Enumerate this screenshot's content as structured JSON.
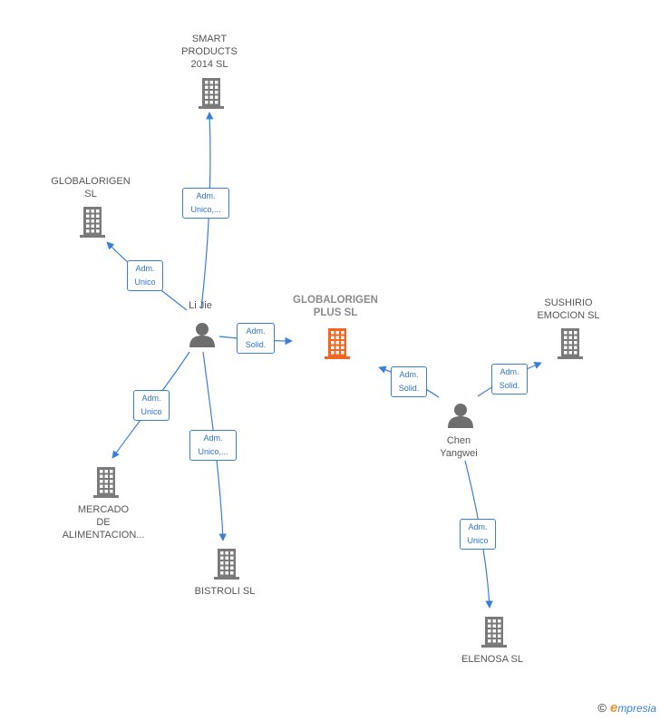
{
  "colors": {
    "link": "#3a7fd5",
    "company": "#7a7a7a",
    "main_company": "#f26522",
    "person": "#6e6e6e"
  },
  "nodes": {
    "main": {
      "lines": [
        "GLOBALORIGEN",
        "PLUS  SL"
      ]
    },
    "smart_products": {
      "lines": [
        "SMART",
        "PRODUCTS",
        "2014  SL"
      ]
    },
    "globalorigen_sl": {
      "lines": [
        "GLOBALORIGEN",
        "SL"
      ]
    },
    "mercado": {
      "lines": [
        "MERCADO",
        "DE",
        "ALIMENTACION..."
      ]
    },
    "bistroli": {
      "lines": [
        "BISTROLI  SL"
      ]
    },
    "sushirio": {
      "lines": [
        "SUSHIRIO",
        "EMOCION  SL"
      ]
    },
    "elenosa": {
      "lines": [
        "ELENOSA  SL"
      ]
    },
    "li_jie": {
      "lines": [
        "Li Jie"
      ]
    },
    "chen_yangwei": {
      "lines": [
        "Chen",
        "Yangwei"
      ]
    }
  },
  "roles": {
    "li_smart": [
      "Adm.",
      "Unico,..."
    ],
    "li_globalorigen": [
      "Adm.",
      "Unico"
    ],
    "li_main": [
      "Adm.",
      "Solid."
    ],
    "li_mercado": [
      "Adm.",
      "Unico"
    ],
    "li_bistroli": [
      "Adm.",
      "Unico,..."
    ],
    "chen_main": [
      "Adm.",
      "Solid."
    ],
    "chen_sushirio": [
      "Adm.",
      "Solid."
    ],
    "chen_elenosa": [
      "Adm.",
      "Unico"
    ]
  },
  "brand": {
    "copyright": "©",
    "initial": "e",
    "name": "mpresia"
  }
}
